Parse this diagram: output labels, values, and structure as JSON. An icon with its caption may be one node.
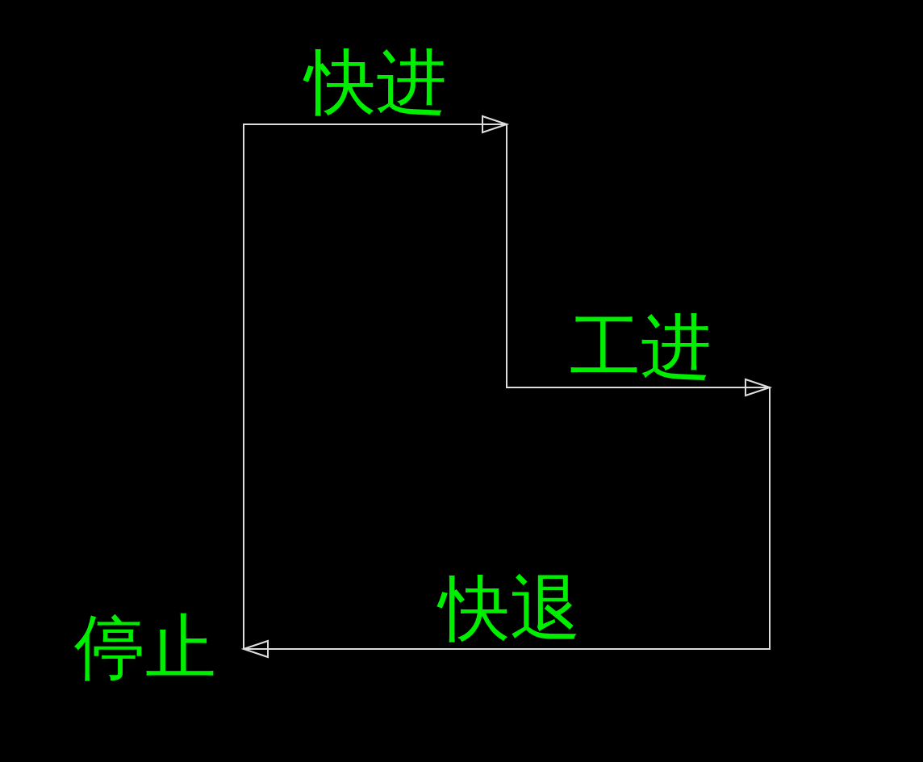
{
  "diagram": {
    "labels": [
      "快进",
      "工进",
      "快退",
      "停止"
    ]
  }
}
